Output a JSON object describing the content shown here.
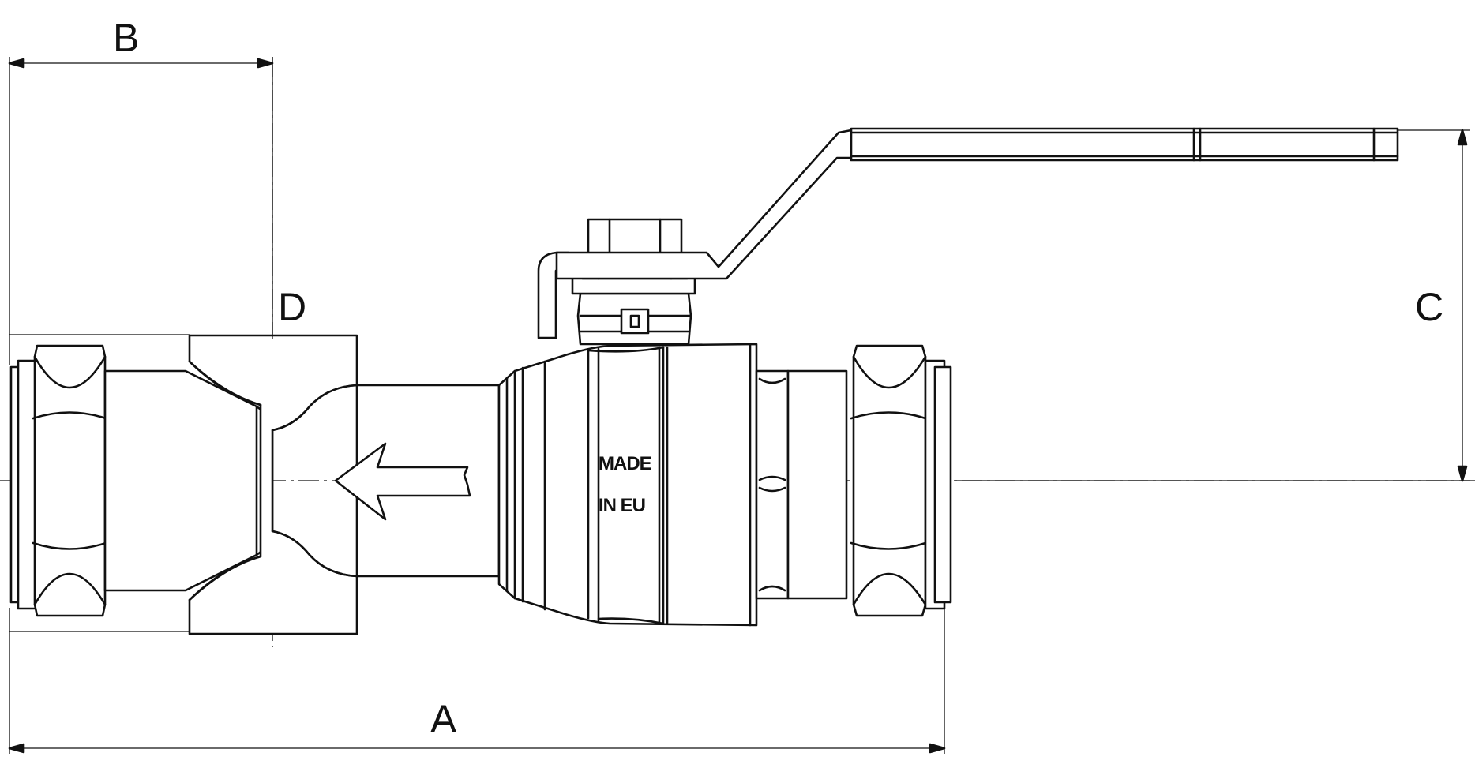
{
  "labels": {
    "A": "A",
    "B": "B",
    "C": "C",
    "D": "D"
  },
  "marking": {
    "line1": "MADE",
    "line2": "IN EU"
  }
}
